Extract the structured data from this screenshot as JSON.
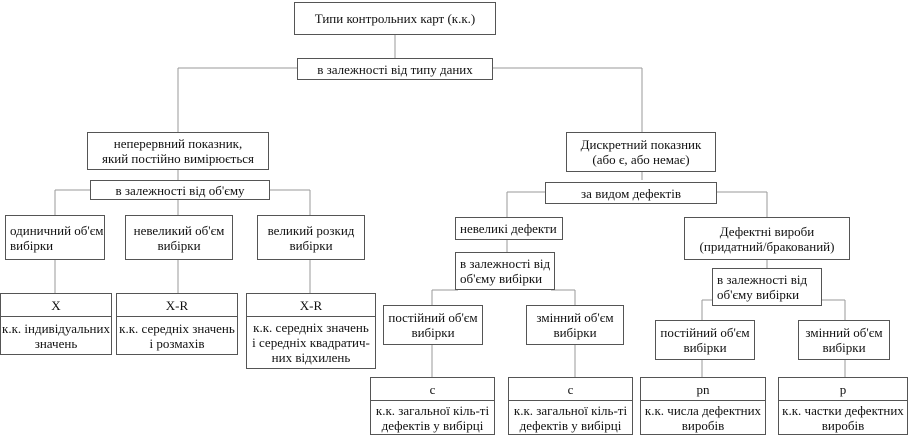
{
  "root": "Типи контрольних карт (к.к.)",
  "by_data_type": "в залежності від типу даних",
  "continuous": {
    "line1": "неперервний показник,",
    "line2": "який постійно вимірюється",
    "by_volume": "в залежності від об'єму",
    "single": {
      "line1": "одиничний об'єм",
      "line2": "вибірки"
    },
    "small": {
      "line1": "невеликий об'єм",
      "line2": "вибірки"
    },
    "large": {
      "line1": "великий розкид",
      "line2": "вибірки"
    },
    "card_x": {
      "symbol": "X",
      "line1": "к.к. індивідуальних",
      "line2": "значень"
    },
    "card_xr": {
      "symbol": "X-R",
      "line1": "к.к. середніх значень",
      "line2": "і розмахів"
    },
    "card_xs": {
      "symbol": "X-R",
      "line1": "к.к. середніх значень",
      "line2": "і середніх квадратич-",
      "line3": "них відхилень"
    }
  },
  "discrete": {
    "line1": "Дискретний показник",
    "line2": "(або є, або немає)",
    "by_defect_type": "за видом дефектів",
    "minor": {
      "label": "невеликі дефекти",
      "by_volume": {
        "line1": "в залежності від",
        "line2": "об'єму вибірки"
      },
      "constant": {
        "line1": "постійний об'єм",
        "line2": "вибірки"
      },
      "variable": {
        "line1": "змінний об'єм",
        "line2": "вибірки"
      },
      "card_c1": {
        "symbol": "c",
        "line1": "к.к. загальної кіль-ті",
        "line2": "дефектів у вибірці"
      },
      "card_c2": {
        "symbol": "c",
        "line1": "к.к. загальної кіль-ті",
        "line2": "дефектів у вибірці"
      }
    },
    "defective": {
      "line1": "Дефектні вироби",
      "line2": "(придатний/бракований)",
      "by_volume": {
        "line1": "в залежності від",
        "line2": "об'єму вибірки"
      },
      "constant": {
        "line1": "постійний об'єм",
        "line2": "вибірки"
      },
      "variable": {
        "line1": "змінний об'єм",
        "line2": "вибірки"
      },
      "card_pn": {
        "symbol": "pn",
        "line1": "к.к. числа дефектних",
        "line2": "виробів"
      },
      "card_p": {
        "symbol": "p",
        "line1": "к.к. частки дефектних",
        "line2": "виробів"
      }
    }
  }
}
